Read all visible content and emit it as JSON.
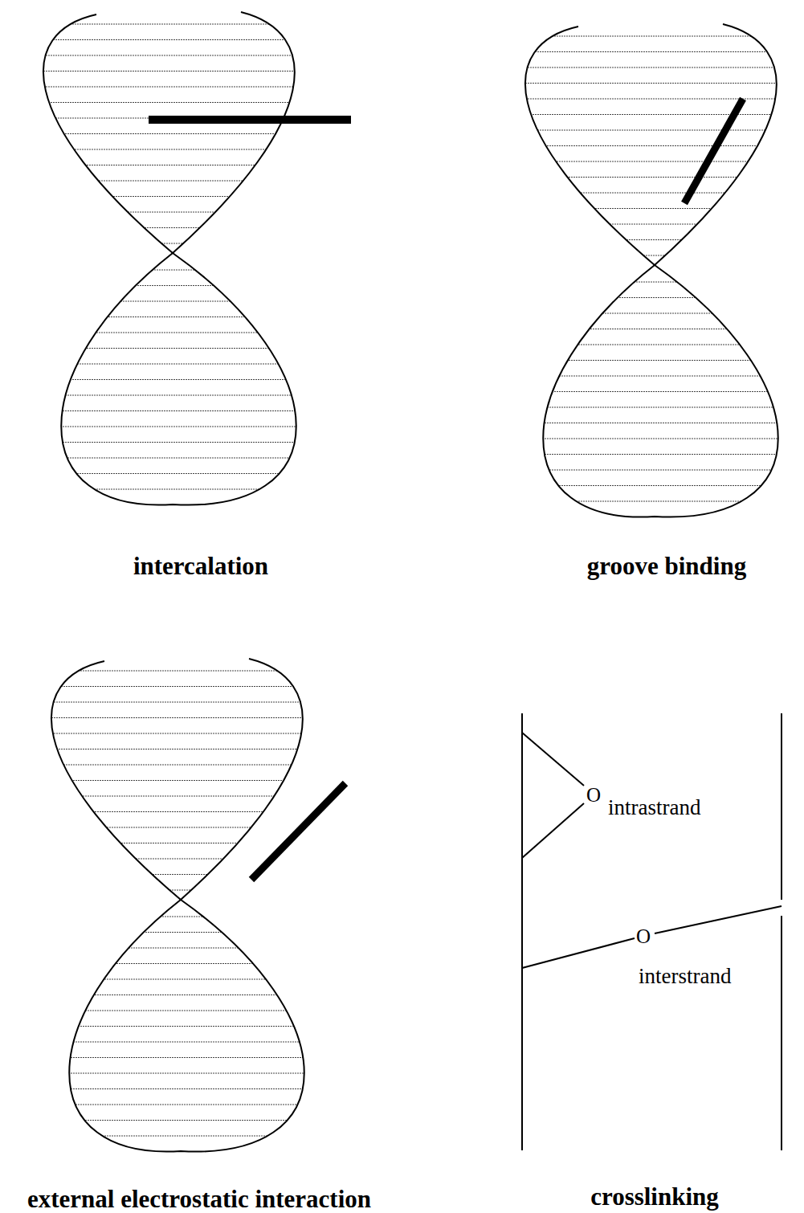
{
  "diagram": {
    "labels": [
      "intercalation",
      "groove binding",
      "external electrostatic interaction",
      "crosslinking",
      "O",
      "intrastrand",
      "O",
      "interstrand"
    ]
  }
}
